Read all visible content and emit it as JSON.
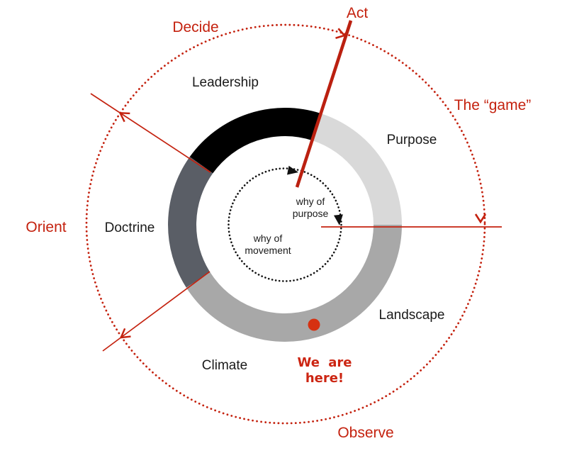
{
  "ooda": {
    "act": "Act",
    "decide": "Decide",
    "observe": "Observe",
    "orient": "Orient",
    "game": "The “game”",
    "color": "#c4220f"
  },
  "ring": {
    "segments": [
      {
        "label": "Leadership",
        "color": "#000000"
      },
      {
        "label": "Purpose",
        "color": "#d9d9d9"
      },
      {
        "label": "Landscape",
        "color": "#a8a8a8"
      },
      {
        "label": "Climate",
        "color": "#a8a8a8"
      },
      {
        "label": "Doctrine",
        "color": "#5a5e66"
      }
    ]
  },
  "inner": {
    "purpose_l1": "why of",
    "purpose_l2": "purpose",
    "movement_l1": "why of",
    "movement_l2": "movement",
    "color": "#111111"
  },
  "marker": {
    "l1": "We are",
    "l2": "here!",
    "dot_color": "#d63111"
  }
}
